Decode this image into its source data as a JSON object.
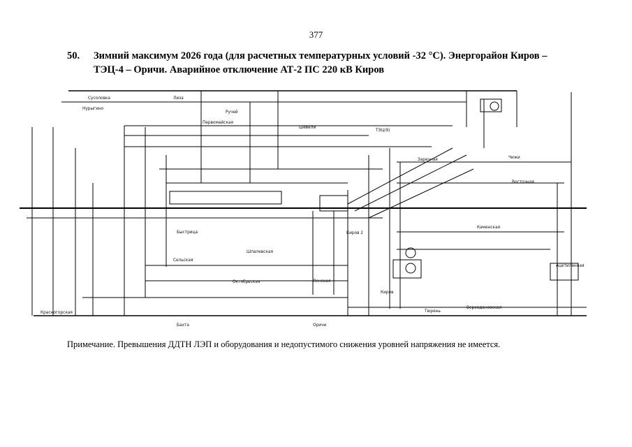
{
  "page": {
    "number": "377"
  },
  "heading": {
    "number": "50.",
    "line1": "Зимний максимум 2026 года (для расчетных температурных условий -32 °С). Энергорайон Киров –",
    "line2": "ТЭЦ-4 – Оричи. Аварийное отключение АТ-2 ПС 220 кВ Киров"
  },
  "diagram": {
    "labels": [
      "Сусоловка",
      "Нурыгино",
      "Первомайская",
      "Шевели",
      "ТЭЦ(9)",
      "Ручей",
      "Заречная",
      "Чижи",
      "Восточная",
      "Киров",
      "Киров 2",
      "Оричи",
      "Каменская",
      "Ацетиленная",
      "Бахта",
      "Тюрень",
      "Быстрица",
      "Октябрьская",
      "Шпалевская",
      "Сельская",
      "Красногорская",
      "Верходановская",
      "Ленская",
      "Лиза"
    ]
  },
  "note": "Примечание. Превышения ДДТН ЛЭП и оборудования и недопустимого снижения уровней напряжения не имеется."
}
